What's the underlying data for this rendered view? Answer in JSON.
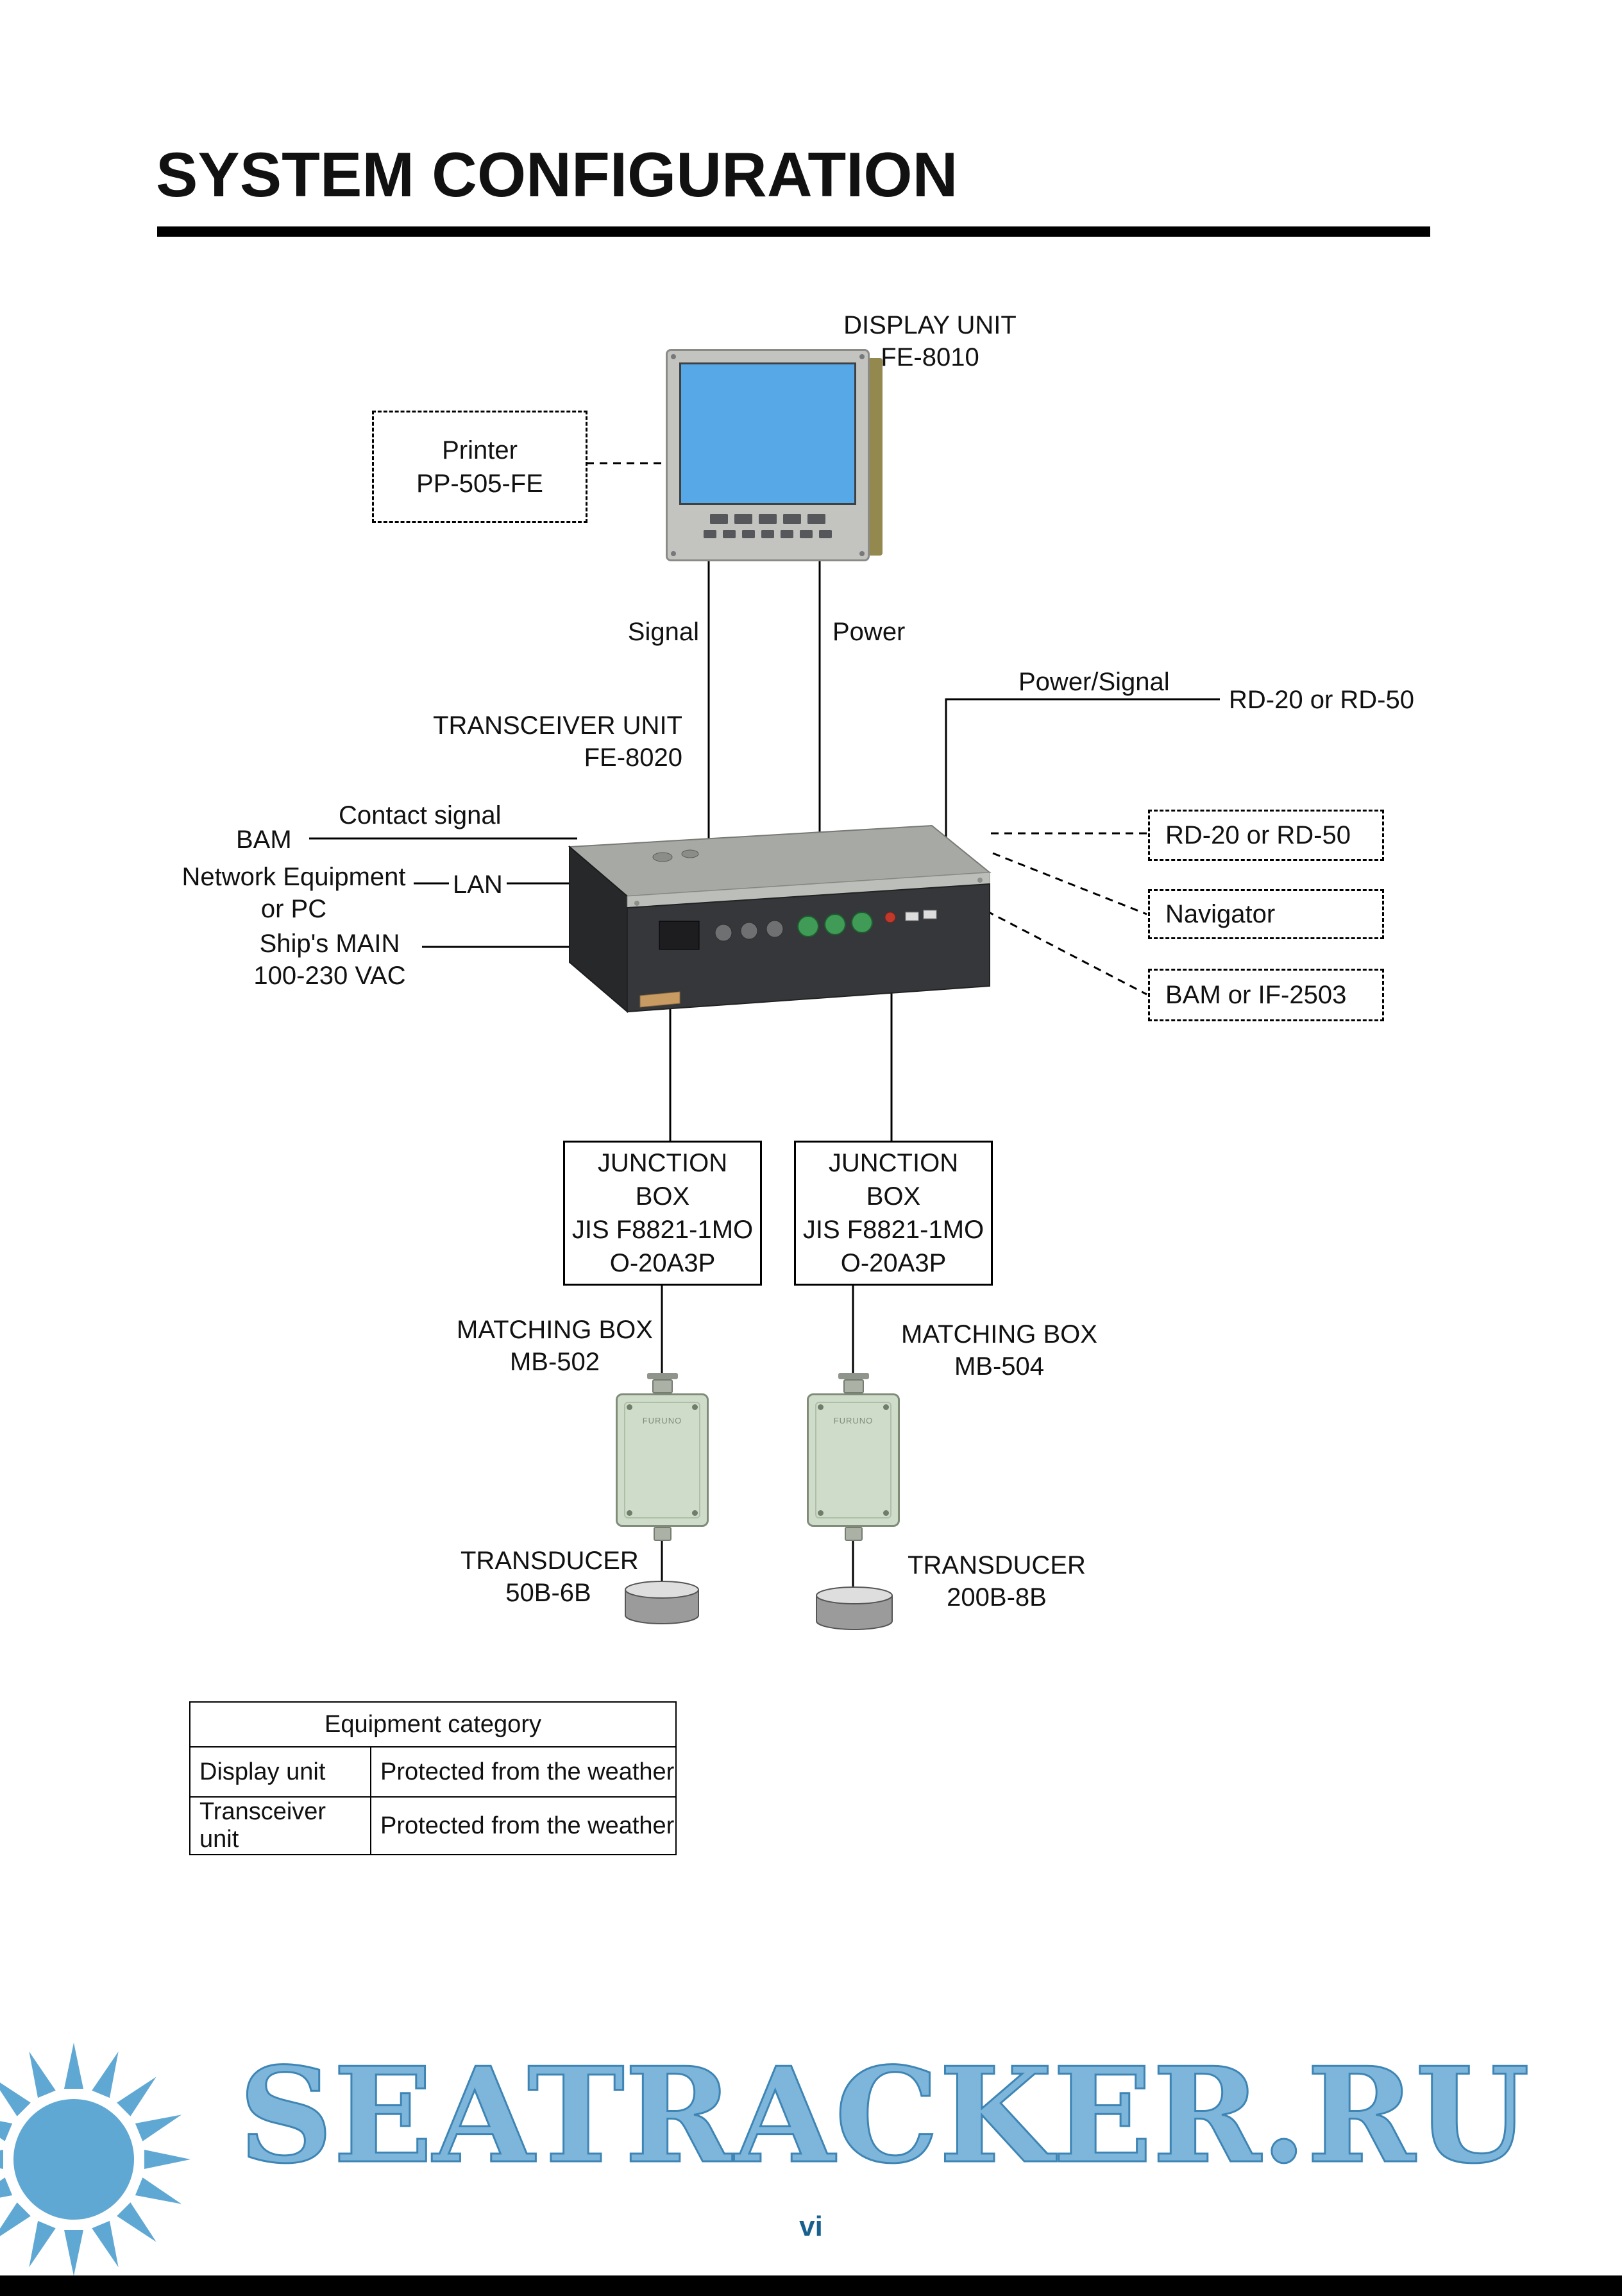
{
  "title": "SYSTEM CONFIGURATION",
  "display": {
    "name": "DISPLAY UNIT",
    "model": "FE-8010"
  },
  "printer": {
    "name": "Printer",
    "model": "PP-505-FE"
  },
  "labels": {
    "signal": "Signal",
    "power": "Power",
    "power_signal": "Power/Signal",
    "rd_inline": "RD-20 or RD-50",
    "bam": "BAM",
    "contact_signal": "Contact signal",
    "network_line1": "Network Equipment",
    "network_line2": "or PC",
    "lan": "LAN",
    "mains_line1": "Ship's MAIN",
    "mains_line2": "100-230 VAC"
  },
  "transceiver": {
    "name": "TRANSCEIVER UNIT",
    "model": "FE-8020"
  },
  "option_boxes": [
    {
      "label": "RD-20 or RD-50"
    },
    {
      "label": "Navigator"
    },
    {
      "label": "BAM or IF-2503"
    }
  ],
  "junction_boxes": [
    {
      "lines": [
        "JUNCTION",
        "BOX",
        "JIS F8821-1MO",
        "O-20A3P"
      ]
    },
    {
      "lines": [
        "JUNCTION",
        "BOX",
        "JIS F8821-1MO",
        "O-20A3P"
      ]
    }
  ],
  "matching_boxes": [
    {
      "name": "MATCHING BOX",
      "model": "MB-502",
      "brand": "FURUNO"
    },
    {
      "name": "MATCHING BOX",
      "model": "MB-504",
      "brand": "FURUNO"
    }
  ],
  "transducers": [
    {
      "name": "TRANSDUCER",
      "model": "50B-6B"
    },
    {
      "name": "TRANSDUCER",
      "model": "200B-8B"
    }
  ],
  "table": {
    "header": "Equipment category",
    "rows": [
      [
        "Display unit",
        "Protected from the weather"
      ],
      [
        "Transceiver unit",
        "Protected from the weather"
      ]
    ]
  },
  "footer": {
    "watermark": "SEATRACKER.RU",
    "page_number": "vi"
  },
  "colors": {
    "screen_blue": "#57a8e7",
    "watermark_blue": "#7db6da",
    "matching_box_green": "#d0dcca"
  }
}
